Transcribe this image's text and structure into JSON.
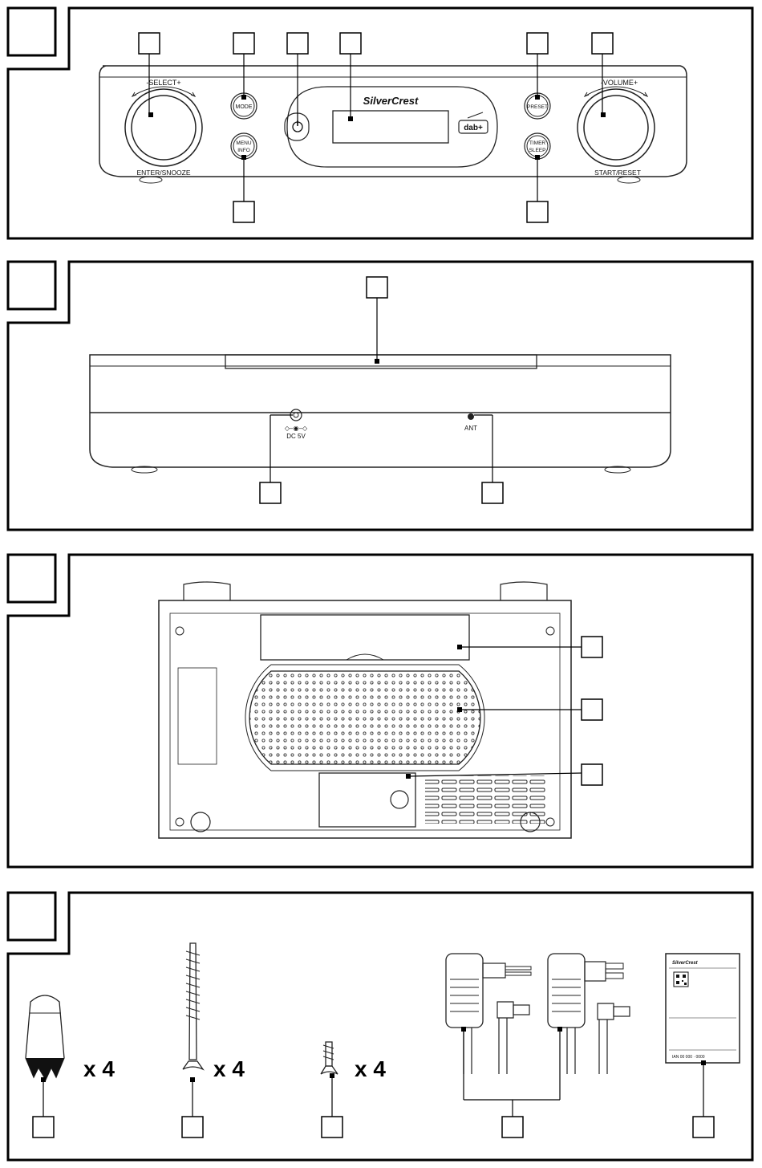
{
  "panel1": {
    "select_label": "-SELECT+",
    "volume_label": "-VOLUME+",
    "enter_snooze": "ENTER/SNOOZE",
    "start_reset": "START/RESET",
    "mode_btn": "MODE",
    "menu_btn_line1": "MENU",
    "menu_btn_line2": "INFO",
    "preset_btn": "PRESET",
    "timer_btn_line1": "TIMER",
    "timer_btn_line2": "SLEEP",
    "brand": "SilverCrest",
    "dab_logo": "dab+"
  },
  "panel2": {
    "dc_label": "DC 5V",
    "ant_label": "ANT"
  },
  "panel4": {
    "quantity_1": "x 4",
    "quantity_2": "x 4",
    "quantity_3": "x 4",
    "manual_brand": "SilverCrest",
    "manual_code": "IAN 00 000 · 0000"
  },
  "icons": [
    "power-icon",
    "dab-plus-logo",
    "qr-code"
  ]
}
